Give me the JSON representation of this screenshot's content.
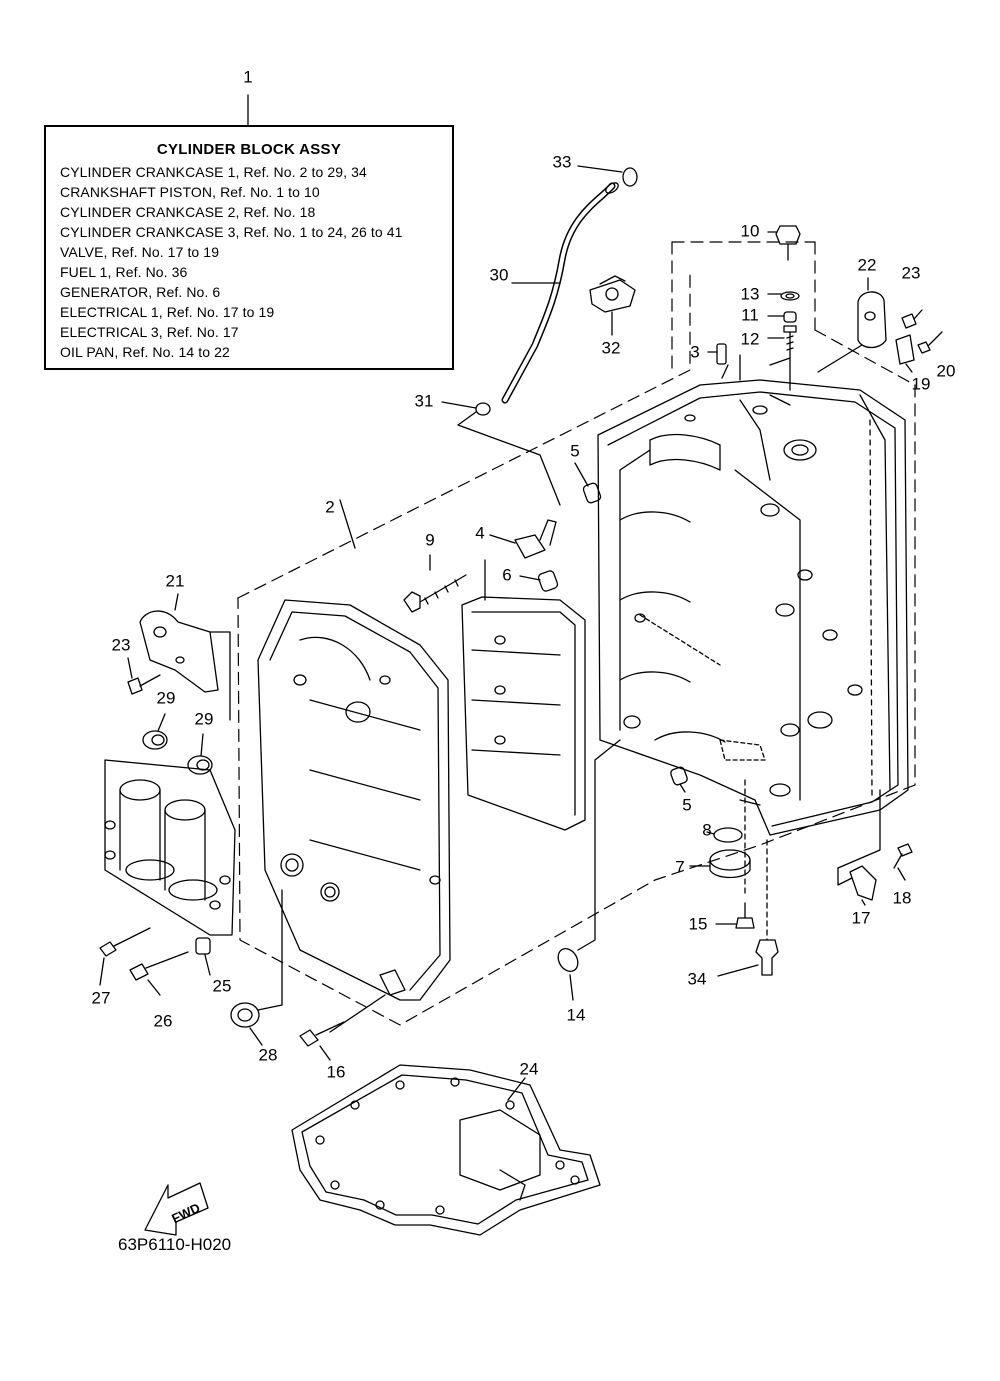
{
  "assembly_box": {
    "title": "CYLINDER BLOCK ASSY",
    "lines": [
      "CYLINDER CRANKCASE 1,  Ref. No. 2 to 29, 34",
      "CRANKSHAFT PISTON,  Ref. No. 1 to 10",
      "CYLINDER CRANKCASE 2,  Ref. No. 18",
      "CYLINDER CRANKCASE 3,  Ref. No. 1 to 24, 26 to 41",
      "VALVE,  Ref. No. 17 to 19",
      "FUEL 1,  Ref. No. 36",
      "GENERATOR,  Ref. No. 6",
      "ELECTRICAL 1,  Ref. No. 17 to 19",
      "ELECTRICAL 3,  Ref. No. 17",
      "OIL PAN,  Ref. No. 14 to 22"
    ]
  },
  "callouts": {
    "c1": "1",
    "c2": "2",
    "c3": "3",
    "c4": "4",
    "c5a": "5",
    "c5b": "5",
    "c6": "6",
    "c7": "7",
    "c8": "8",
    "c9": "9",
    "c10": "10",
    "c11": "11",
    "c12": "12",
    "c13": "13",
    "c14": "14",
    "c15": "15",
    "c16": "16",
    "c17": "17",
    "c18": "18",
    "c19": "19",
    "c20": "20",
    "c21": "21",
    "c22": "22",
    "c23a": "23",
    "c23b": "23",
    "c24": "24",
    "c25": "25",
    "c26": "26",
    "c27": "27",
    "c28": "28",
    "c29a": "29",
    "c29b": "29",
    "c30": "30",
    "c31": "31",
    "c32": "32",
    "c33": "33",
    "c34": "34"
  },
  "fwd_label": "FWD",
  "diagram_code": "63P6110-H020"
}
